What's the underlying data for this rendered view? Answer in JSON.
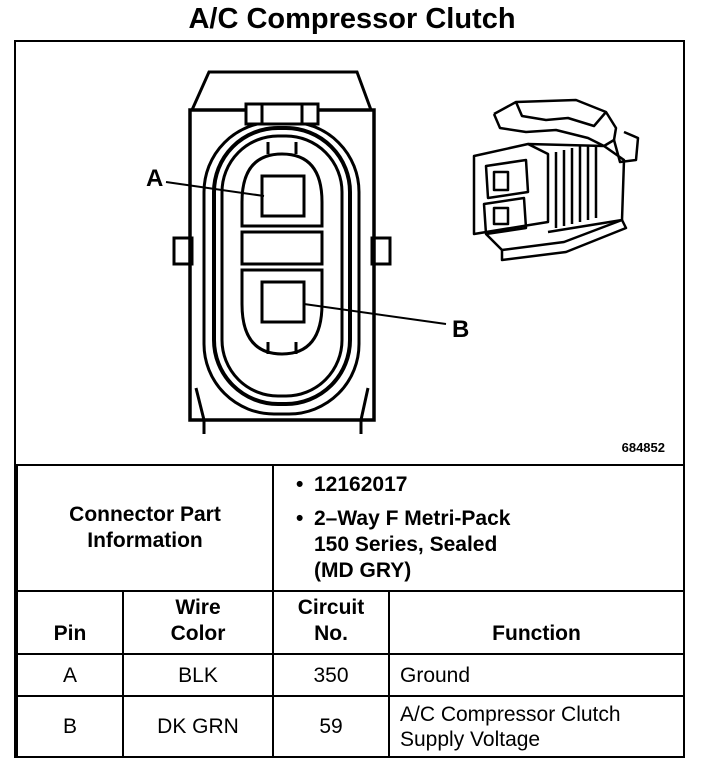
{
  "title": "A/C Compressor Clutch",
  "diagram": {
    "callout_a": "A",
    "callout_b": "B",
    "figure_code": "684852"
  },
  "connector_info": {
    "label_line1": "Connector Part",
    "label_line2": "Information",
    "part_number": "12162017",
    "description_line1": "2–Way F Metri-Pack",
    "description_line2": "150 Series, Sealed",
    "description_line3": "(MD GRY)"
  },
  "table": {
    "headers": {
      "pin": "Pin",
      "wire_color_line1": "Wire",
      "wire_color_line2": "Color",
      "circuit_line1": "Circuit",
      "circuit_line2": "No.",
      "function": "Function"
    },
    "rows": [
      {
        "pin": "A",
        "wire_color": "BLK",
        "circuit": "350",
        "function_line1": "Ground",
        "function_line2": ""
      },
      {
        "pin": "B",
        "wire_color": "DK GRN",
        "circuit": "59",
        "function_line1": "A/C Compressor Clutch",
        "function_line2": "Supply Voltage"
      }
    ]
  }
}
